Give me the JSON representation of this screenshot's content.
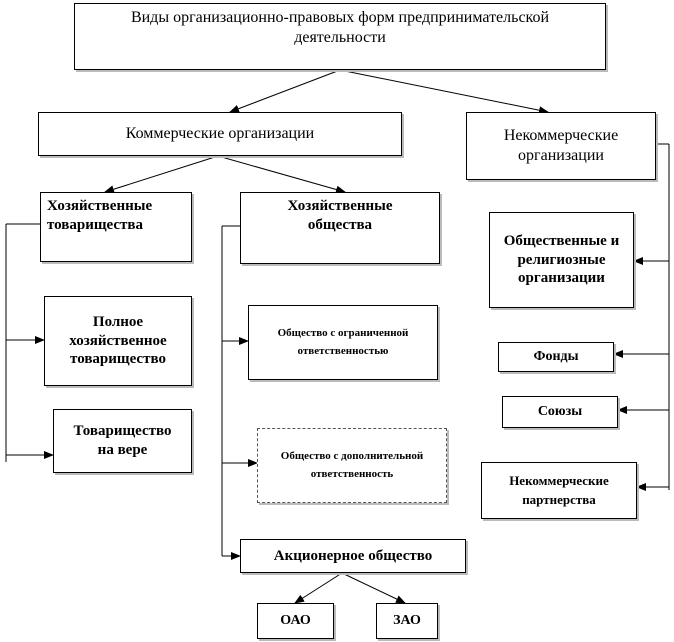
{
  "title": "Виды организационно-правовых форм предпринимательской деятельности",
  "commercial": "Коммерческие организации",
  "noncommercial": "Некоммерческие организации",
  "partnerships": "Хозяйственные товарищества",
  "societies": "Хозяйственные общества",
  "full_partnership": "Полное хозяйственное товарищество",
  "limited_partnership": "Товарищество на вере",
  "llc": "Общество с ограниченной ответственностью",
  "alc": "Общество с дополнительной ответственность",
  "jsc": "Акционерное общество",
  "oao": "ОАО",
  "zao": "ЗАО",
  "religious": "Общественные и религиозные организации",
  "funds": "Фонды",
  "unions": "Союзы",
  "np_partnerships": "Некоммерческие партнерства"
}
